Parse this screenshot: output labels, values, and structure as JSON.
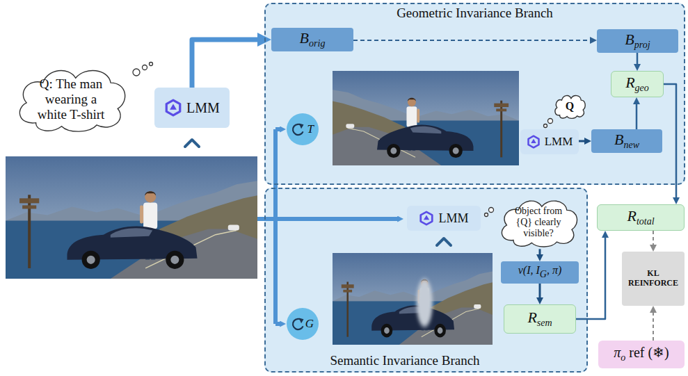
{
  "diagram": {
    "nodes": [
      {
        "text": [
          "Q: The man wearing a white T-shirt"
        ]
      },
      {
        "text": [
          "LMM"
        ]
      },
      {
        "text": [
          "Geometric Invariance Branch"
        ]
      },
      {
        "text": [
          "B",
          "orig"
        ],
        "in": 2
      },
      {
        "text": [
          "B",
          "proj"
        ],
        "in": 2
      },
      {
        "text": [
          "T"
        ],
        "in": 2
      },
      {
        "text": [
          "Q"
        ],
        "in": 2
      },
      {
        "text": [
          "R",
          "geo"
        ],
        "in": 2
      },
      {
        "text": [
          "LMM"
        ],
        "in": 2
      },
      {
        "text": [
          "B",
          "new"
        ],
        "in": 2
      },
      {
        "text": [
          "Semantic Invariance Branch"
        ]
      },
      {
        "text": [
          "LMM"
        ],
        "in": 10
      },
      {
        "text": [
          "Object from {Q} clearly visible?"
        ],
        "in": 10
      },
      {
        "text": [
          "v(I, I",
          "G",
          ", π)"
        ],
        "in": 10
      },
      {
        "text": [
          "G"
        ],
        "in": 10
      },
      {
        "text": [
          "R",
          "sem"
        ],
        "in": 10
      },
      {
        "text": [
          "R",
          "total"
        ]
      },
      {
        "text": [
          "KL REINFORCE"
        ]
      },
      {
        "text": [
          "π",
          "o",
          "ref (❄)"
        ]
      }
    ],
    "edges": [
      {
        "from": 1,
        "to": 3,
        "arrow": "to"
      },
      {
        "from": 3,
        "to": 4,
        "arrow": "to"
      },
      {
        "from": 4,
        "to": 7,
        "arrow": "to"
      },
      {
        "from": 9,
        "to": 7,
        "arrow": "to"
      },
      {
        "from": 7,
        "to": 16,
        "arrow": "to"
      },
      {
        "from": 8,
        "to": 9,
        "arrow": "to"
      },
      {
        "from": 12,
        "to": 13,
        "arrow": "to"
      },
      {
        "from": 13,
        "to": 15,
        "arrow": "to"
      },
      {
        "from": 15,
        "to": 16,
        "arrow": "to"
      },
      {
        "from": 16,
        "to": 17,
        "arrow": "to"
      },
      {
        "from": 18,
        "to": 17,
        "arrow": "to"
      }
    ]
  }
}
